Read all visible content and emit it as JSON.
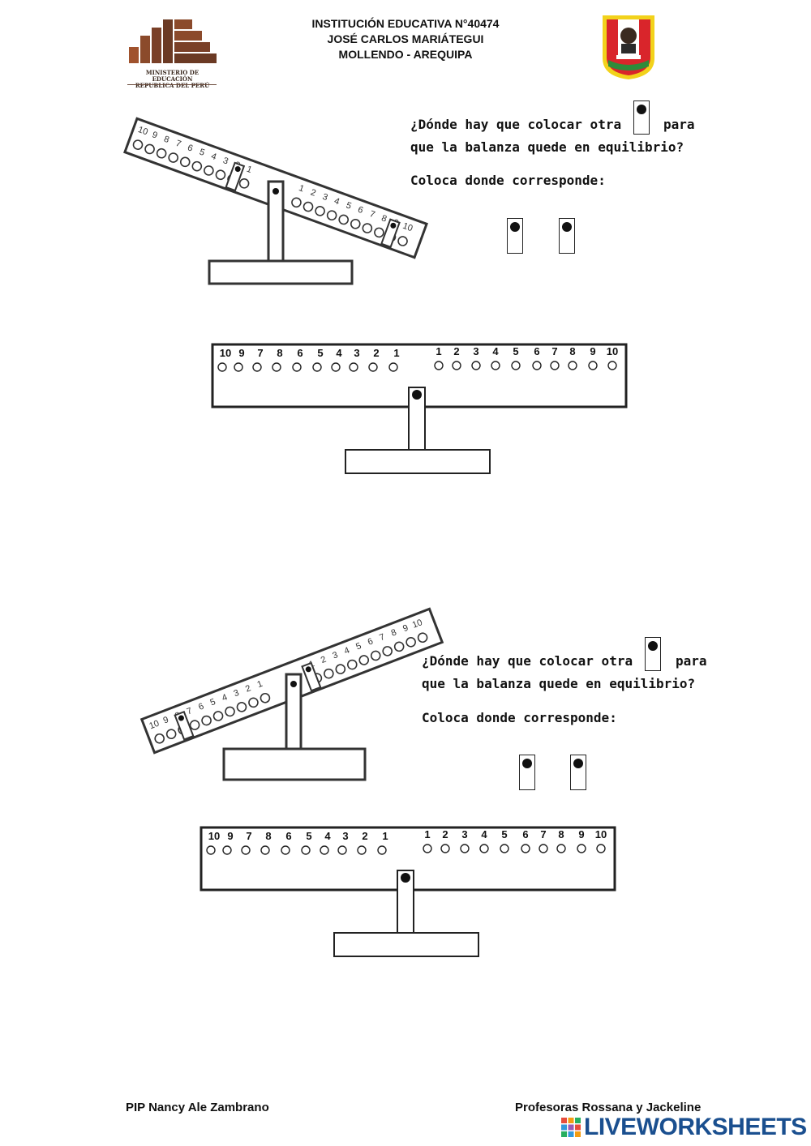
{
  "header": {
    "school_lines": [
      "INSTITUCIÓN EDUCATIVA N°40474",
      "JOSÉ CARLOS MARIÁTEGUI",
      "MOLLENDO - AREQUIPA"
    ],
    "ministry_lines": [
      "MINISTERIO DE EDUCACIÓN",
      "REPUBLICA DEL PERÚ"
    ],
    "ministry_colors": {
      "dark": "#6b3a24",
      "light": "#a0522d"
    },
    "emblem_colors": {
      "border": "#f2d21b",
      "red": "#d9252b",
      "green": "#2e8b3a"
    }
  },
  "exercise1": {
    "question_line1_a": "¿Dónde hay que colocar otra",
    "question_line1_b": "para",
    "question_line2": "que la balanza quede en equilibrio?",
    "instruction": "Coloca donde corresponde:",
    "tilt_left": [
      10,
      9,
      8,
      7,
      6,
      5,
      4,
      3,
      2,
      1
    ],
    "tilt_right": [
      1,
      2,
      3,
      4,
      5,
      6,
      7,
      8,
      9,
      10
    ]
  },
  "exercise2": {
    "question_line1_a": "¿Dónde hay que colocar otra",
    "question_line1_b": "para",
    "question_line2": "que la balanza quede en equilibrio?",
    "instruction": "Coloca donde corresponde:",
    "tilt_left": [
      10,
      9,
      8,
      7,
      6,
      5,
      4,
      3,
      2,
      1
    ],
    "tilt_right": [
      1,
      2,
      3,
      4,
      5,
      6,
      7,
      8,
      9,
      10
    ]
  },
  "balance_labels": {
    "left": [
      "10",
      "9",
      "7",
      "8",
      "6",
      "5",
      "4",
      "3",
      "2",
      "1"
    ],
    "right": [
      "1",
      "2",
      "3",
      "4",
      "5",
      "6",
      "7",
      "8",
      "9",
      "10"
    ]
  },
  "footer": {
    "left": "PIP Nancy Ale Zambrano",
    "right": "Profesoras Rossana y Jackeline",
    "brand": "LIVEWORKSHEETS",
    "brand_color": "#1a4f8f"
  }
}
